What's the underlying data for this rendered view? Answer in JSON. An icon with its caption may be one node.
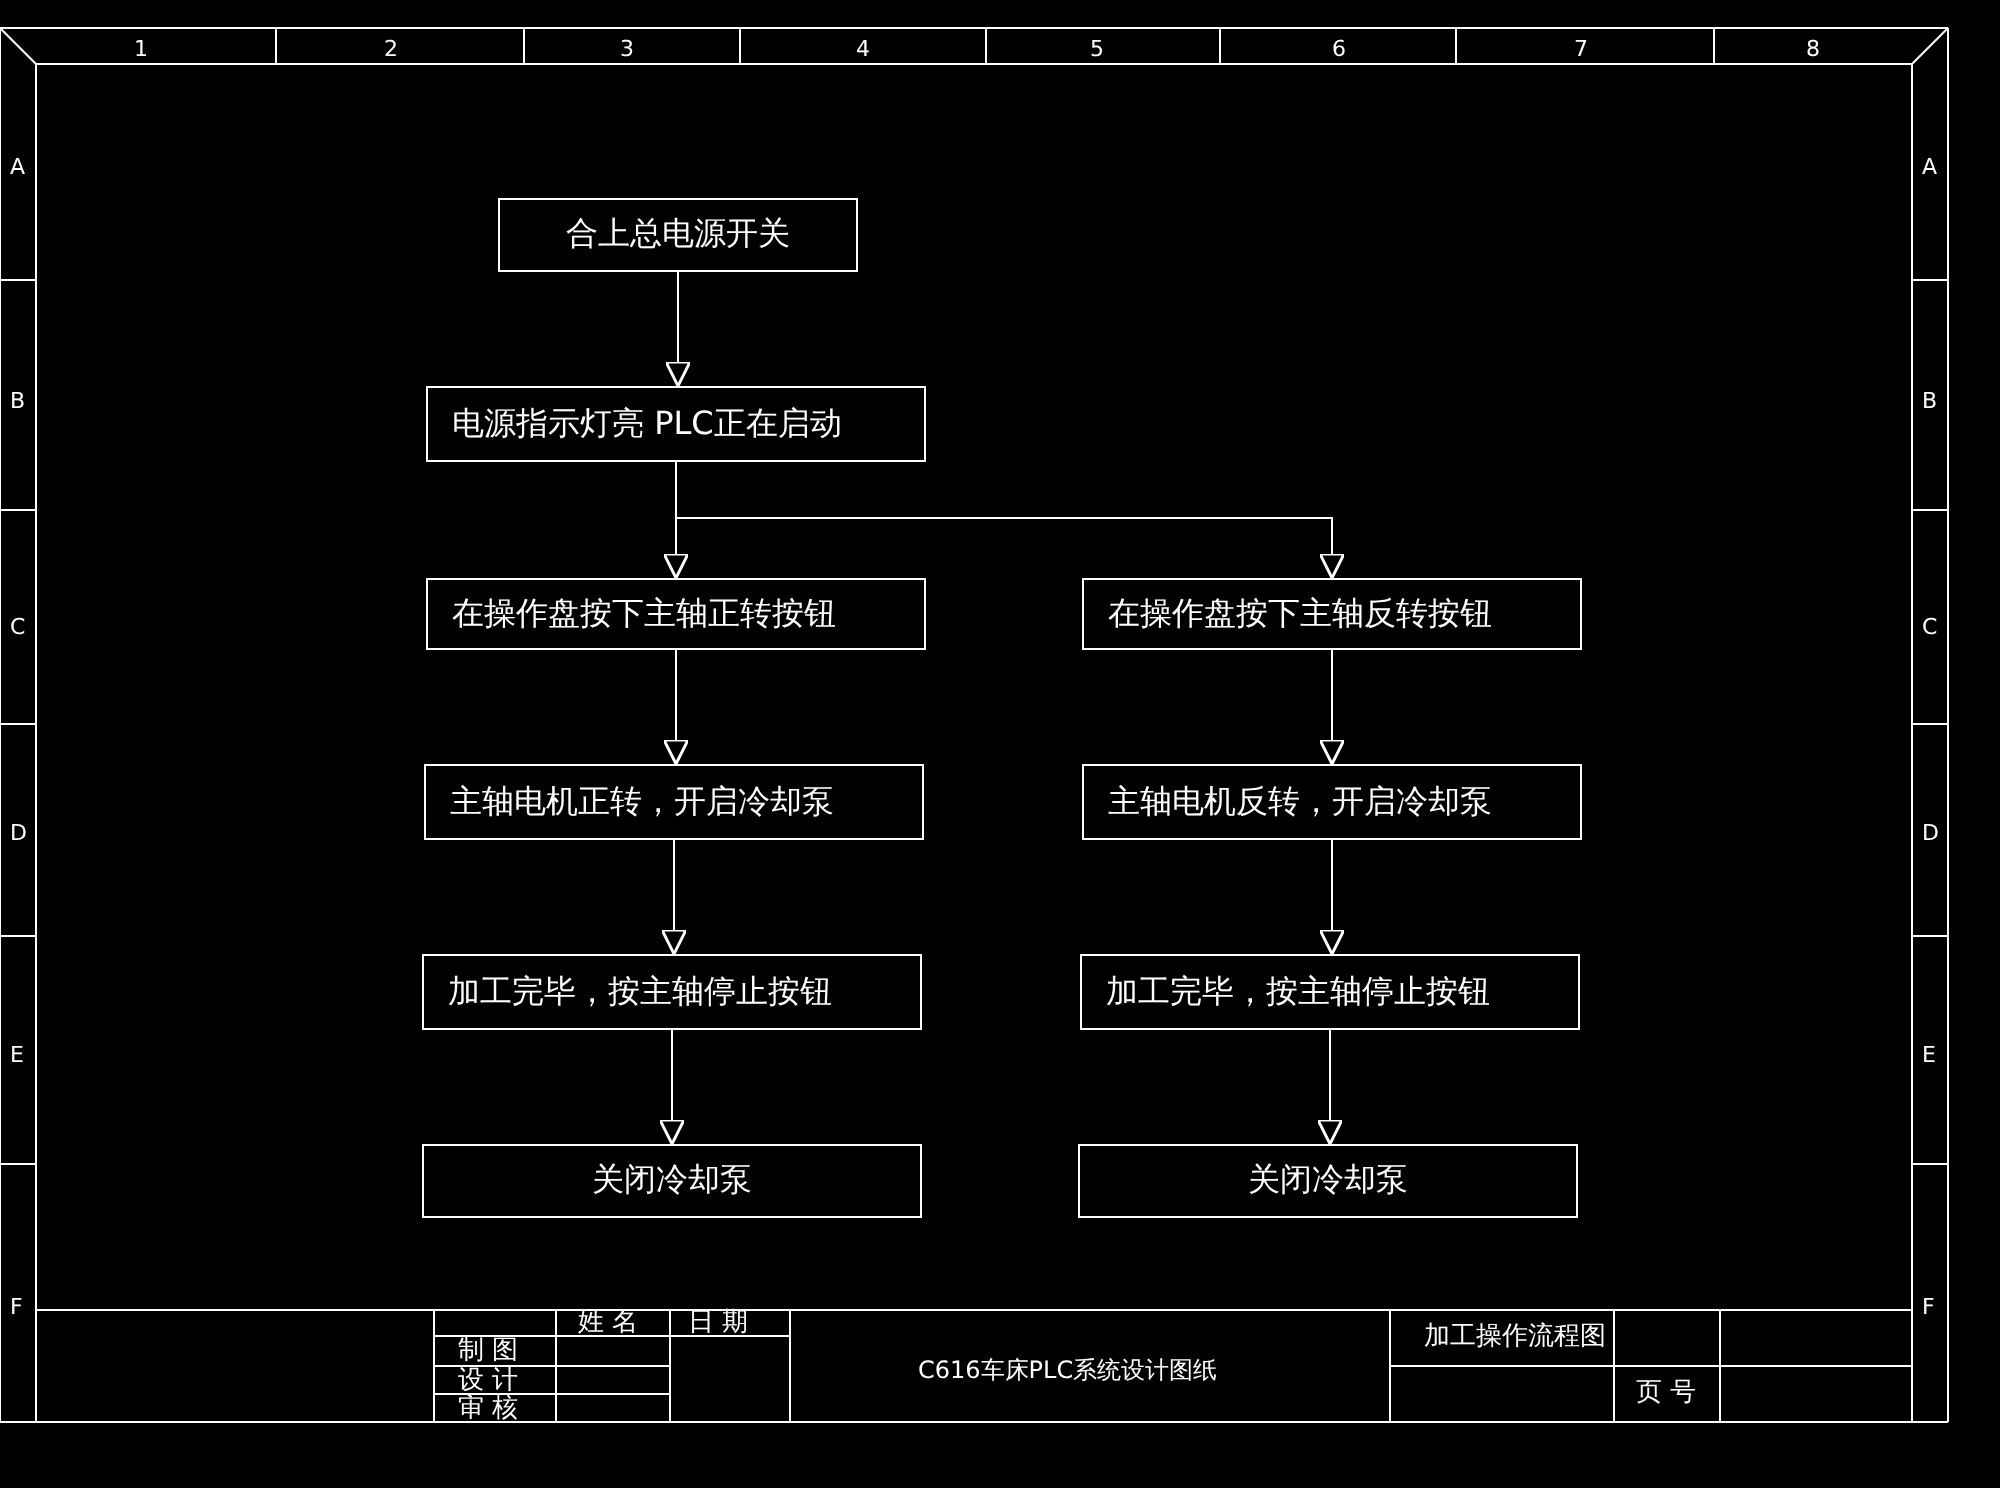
{
  "diagram": {
    "nodes": [
      {
        "text": [
          "合上总电源开关"
        ]
      },
      {
        "text": [
          "电源指示灯亮 PLC正在启动"
        ]
      },
      {
        "text": [
          "在操作盘按下主轴正转按钮"
        ]
      },
      {
        "text": [
          "在操作盘按下主轴反转按钮"
        ]
      },
      {
        "text": [
          "主轴电机正转，开启冷却泵"
        ]
      },
      {
        "text": [
          "主轴电机反转，开启冷却泵"
        ]
      },
      {
        "text": [
          "加工完毕，按主轴停止按钮"
        ]
      },
      {
        "text": [
          "加工完毕，按主轴停止按钮"
        ]
      },
      {
        "text": [
          "关闭冷却泵"
        ]
      },
      {
        "text": [
          "关闭冷却泵"
        ]
      }
    ],
    "edges": [
      {
        "from": 0,
        "to": 1,
        "arrow": "to"
      },
      {
        "from": 1,
        "to": 2,
        "arrow": "to"
      },
      {
        "from": 1,
        "to": 3,
        "arrow": "to"
      },
      {
        "from": 2,
        "to": 4,
        "arrow": "to"
      },
      {
        "from": 3,
        "to": 5,
        "arrow": "to"
      },
      {
        "from": 4,
        "to": 6,
        "arrow": "to"
      },
      {
        "from": 5,
        "to": 7,
        "arrow": "to"
      },
      {
        "from": 6,
        "to": 8,
        "arrow": "to"
      },
      {
        "from": 7,
        "to": 9,
        "arrow": "to"
      }
    ],
    "labels": [
      "1",
      "2",
      "3",
      "4",
      "5",
      "6",
      "7",
      "8",
      "A",
      "A",
      "B",
      "B",
      "C",
      "C",
      "D",
      "D",
      "E",
      "E",
      "F",
      "F",
      "姓名",
      "日期",
      "制图",
      "设计",
      "审核",
      "C616车床PLC系统设计图纸",
      "加工操作流程图",
      "页号"
    ]
  }
}
